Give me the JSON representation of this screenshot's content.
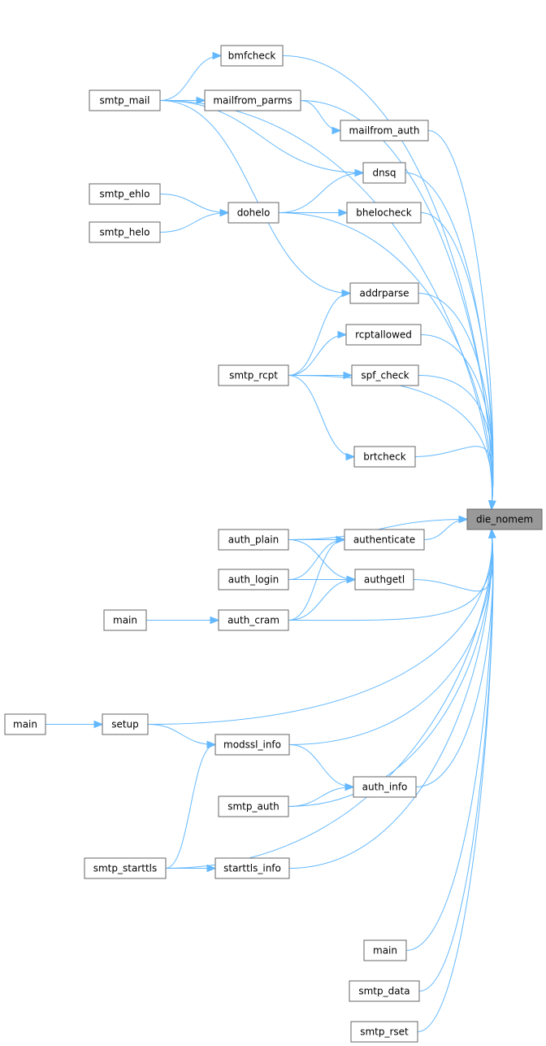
{
  "graph": {
    "root": "die_nomem",
    "colors": {
      "edge": "#63b8ff",
      "root_fill": "#999999",
      "node_border": "#666666",
      "node_fill": "#ffffff"
    },
    "nodes": [
      {
        "id": "die_nomem",
        "label": "die_nomem",
        "root": true
      },
      {
        "id": "bmfcheck",
        "label": "bmfcheck"
      },
      {
        "id": "smtp_mail",
        "label": "smtp_mail"
      },
      {
        "id": "mailfrom_parms",
        "label": "mailfrom_parms"
      },
      {
        "id": "mailfrom_auth",
        "label": "mailfrom_auth"
      },
      {
        "id": "dnsq",
        "label": "dnsq"
      },
      {
        "id": "smtp_ehlo",
        "label": "smtp_ehlo"
      },
      {
        "id": "dohelo",
        "label": "dohelo"
      },
      {
        "id": "bhelocheck",
        "label": "bhelocheck"
      },
      {
        "id": "smtp_helo",
        "label": "smtp_helo"
      },
      {
        "id": "addrparse",
        "label": "addrparse"
      },
      {
        "id": "rcptallowed",
        "label": "rcptallowed"
      },
      {
        "id": "smtp_rcpt",
        "label": "smtp_rcpt"
      },
      {
        "id": "spf_check",
        "label": "spf_check"
      },
      {
        "id": "brtcheck",
        "label": "brtcheck"
      },
      {
        "id": "auth_plain",
        "label": "auth_plain"
      },
      {
        "id": "authenticate",
        "label": "authenticate"
      },
      {
        "id": "auth_login",
        "label": "auth_login"
      },
      {
        "id": "authgetl",
        "label": "authgetl"
      },
      {
        "id": "main_1",
        "label": "main"
      },
      {
        "id": "auth_cram",
        "label": "auth_cram"
      },
      {
        "id": "main_2",
        "label": "main"
      },
      {
        "id": "setup",
        "label": "setup"
      },
      {
        "id": "modssl_info",
        "label": "modssl_info"
      },
      {
        "id": "auth_info",
        "label": "auth_info"
      },
      {
        "id": "smtp_auth",
        "label": "smtp_auth"
      },
      {
        "id": "smtp_starttls",
        "label": "smtp_starttls"
      },
      {
        "id": "starttls_info",
        "label": "starttls_info"
      },
      {
        "id": "main_3",
        "label": "main"
      },
      {
        "id": "smtp_data",
        "label": "smtp_data"
      },
      {
        "id": "smtp_rset",
        "label": "smtp_rset"
      }
    ],
    "edges": [
      [
        "bmfcheck",
        "die_nomem"
      ],
      [
        "smtp_mail",
        "bmfcheck"
      ],
      [
        "smtp_mail",
        "die_nomem"
      ],
      [
        "smtp_mail",
        "mailfrom_parms"
      ],
      [
        "mailfrom_parms",
        "die_nomem"
      ],
      [
        "mailfrom_parms",
        "mailfrom_auth"
      ],
      [
        "mailfrom_auth",
        "die_nomem"
      ],
      [
        "smtp_mail",
        "dnsq"
      ],
      [
        "dnsq",
        "die_nomem"
      ],
      [
        "smtp_mail",
        "addrparse"
      ],
      [
        "smtp_ehlo",
        "dohelo"
      ],
      [
        "smtp_helo",
        "dohelo"
      ],
      [
        "dohelo",
        "dnsq"
      ],
      [
        "dohelo",
        "bhelocheck"
      ],
      [
        "dohelo",
        "die_nomem"
      ],
      [
        "bhelocheck",
        "die_nomem"
      ],
      [
        "addrparse",
        "die_nomem"
      ],
      [
        "smtp_rcpt",
        "addrparse"
      ],
      [
        "smtp_rcpt",
        "rcptallowed"
      ],
      [
        "rcptallowed",
        "die_nomem"
      ],
      [
        "smtp_rcpt",
        "spf_check"
      ],
      [
        "spf_check",
        "die_nomem"
      ],
      [
        "smtp_rcpt",
        "brtcheck"
      ],
      [
        "smtp_rcpt",
        "die_nomem"
      ],
      [
        "brtcheck",
        "die_nomem"
      ],
      [
        "auth_plain",
        "authenticate"
      ],
      [
        "auth_plain",
        "authgetl"
      ],
      [
        "auth_plain",
        "die_nomem"
      ],
      [
        "authenticate",
        "die_nomem"
      ],
      [
        "auth_login",
        "authenticate"
      ],
      [
        "auth_login",
        "authgetl"
      ],
      [
        "authgetl",
        "die_nomem"
      ],
      [
        "auth_cram",
        "authenticate"
      ],
      [
        "auth_cram",
        "authgetl"
      ],
      [
        "auth_cram",
        "die_nomem"
      ],
      [
        "main_1",
        "auth_cram"
      ],
      [
        "setup",
        "die_nomem"
      ],
      [
        "setup",
        "modssl_info"
      ],
      [
        "main_2",
        "setup"
      ],
      [
        "modssl_info",
        "die_nomem"
      ],
      [
        "modssl_info",
        "auth_info"
      ],
      [
        "auth_info",
        "die_nomem"
      ],
      [
        "smtp_auth",
        "auth_info"
      ],
      [
        "smtp_auth",
        "die_nomem"
      ],
      [
        "smtp_starttls",
        "modssl_info"
      ],
      [
        "smtp_starttls",
        "starttls_info"
      ],
      [
        "smtp_starttls",
        "die_nomem"
      ],
      [
        "starttls_info",
        "die_nomem"
      ],
      [
        "main_3",
        "die_nomem"
      ],
      [
        "smtp_data",
        "die_nomem"
      ],
      [
        "smtp_rset",
        "die_nomem"
      ]
    ]
  }
}
